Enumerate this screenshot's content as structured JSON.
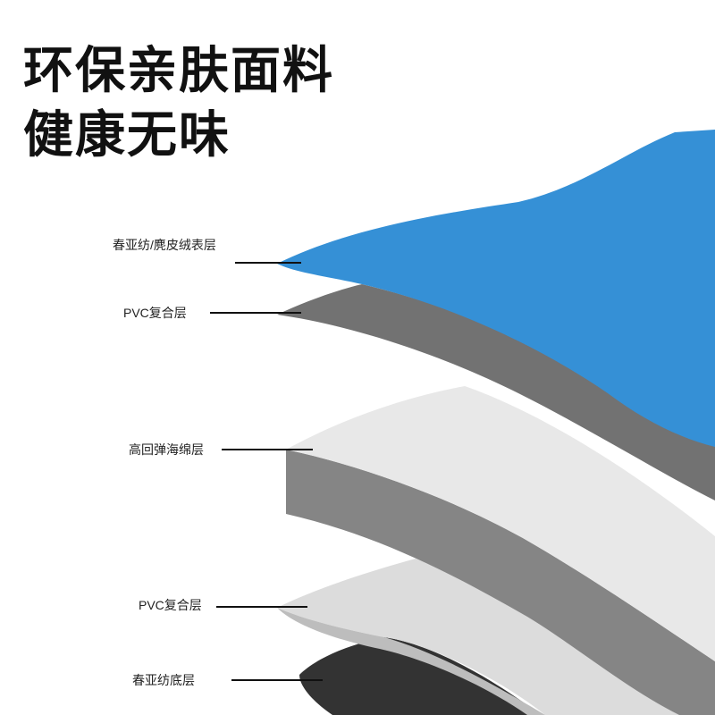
{
  "headline": {
    "line1": "环保亲肤面料",
    "line2": "健康无味"
  },
  "layers": [
    {
      "id": "top-fabric",
      "label": "春亚纺/麂皮绒表层",
      "color": "#3590d6"
    },
    {
      "id": "pvc-upper",
      "label": "PVC复合层",
      "color": "#727272",
      "top_color": "#e6e6e6"
    },
    {
      "id": "foam",
      "label": "高回弹海绵层",
      "color": "#858585",
      "top_color": "#e8e8e8"
    },
    {
      "id": "pvc-lower",
      "label": "PVC复合层",
      "color": "#bdbdbd",
      "top_color": "#dcdcdc"
    },
    {
      "id": "bottom-fabric",
      "label": "春亚纺底层",
      "color": "#333333"
    }
  ],
  "colors": {
    "background": "#ffffff",
    "text": "#111111",
    "leader_line": "#111111"
  }
}
